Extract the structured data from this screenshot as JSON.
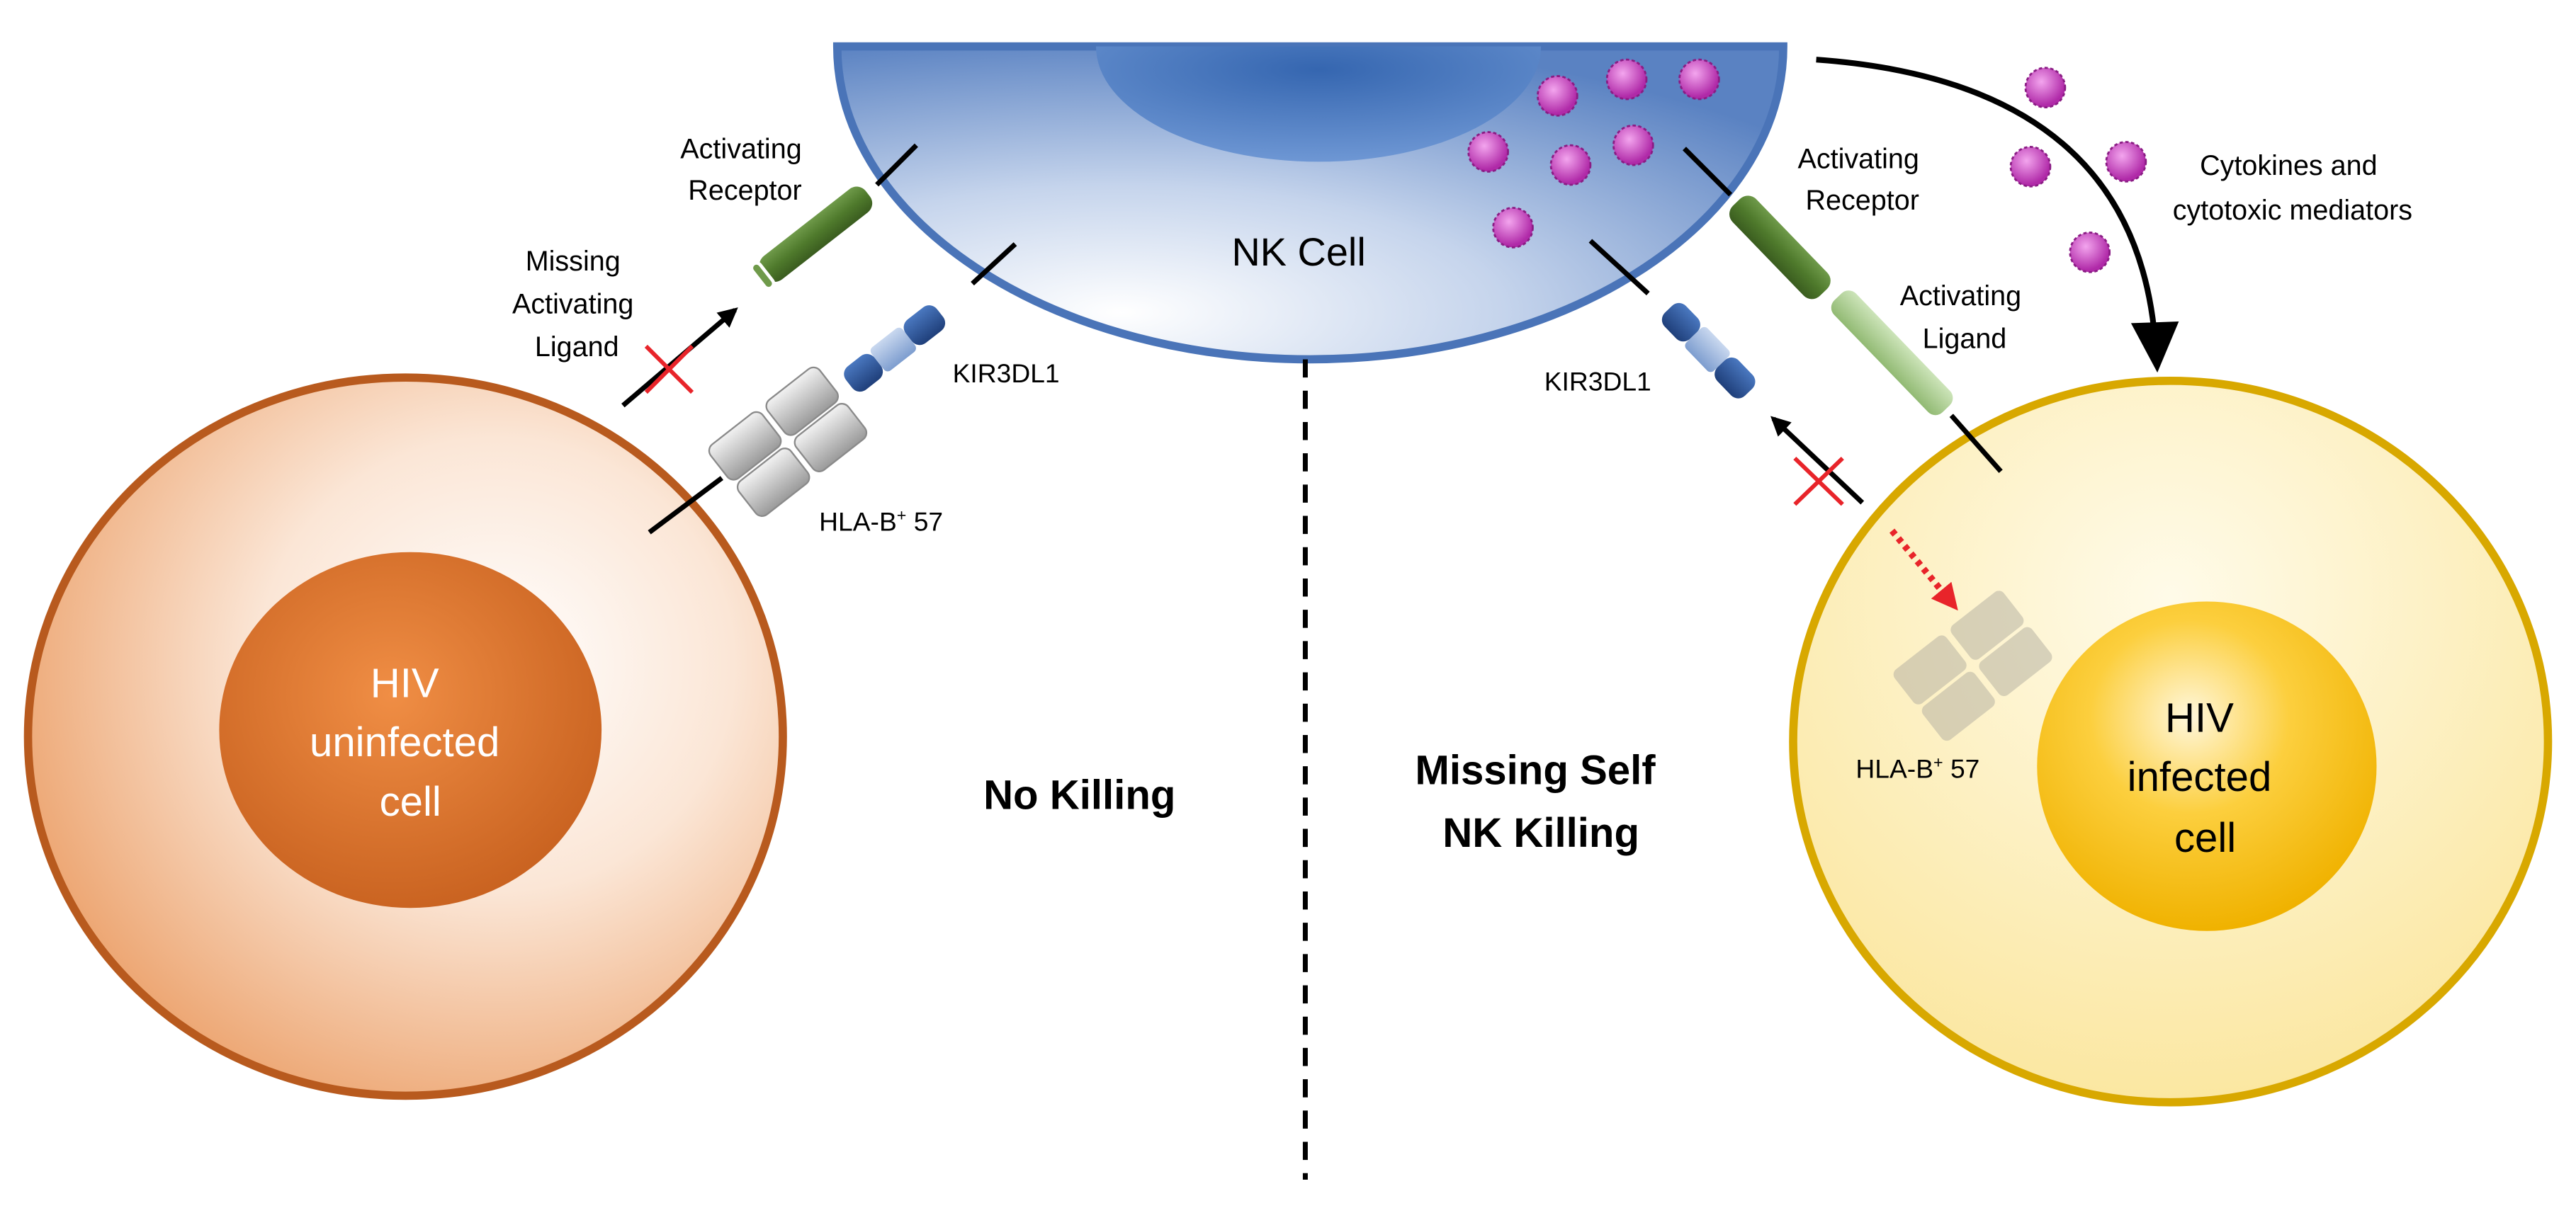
{
  "nk_cell": {
    "label": "NK Cell"
  },
  "left_cell": {
    "line1": "HIV",
    "line2": "uninfected",
    "line3": "cell"
  },
  "right_cell": {
    "line1": "HIV",
    "line2": "infected",
    "line3": "cell"
  },
  "left_labels": {
    "activating_receptor_line1": "Activating",
    "activating_receptor_line2": "Receptor",
    "missing_ligand_line1": "Missing",
    "missing_ligand_line2": "Activating",
    "missing_ligand_line3": "Ligand",
    "kir": "KIR3DL1",
    "hla": "HLA-B",
    "hla_sup": "+",
    "hla_num": " 57"
  },
  "right_labels": {
    "activating_receptor_line1": "Activating",
    "activating_receptor_line2": "Receptor",
    "activating_ligand_line1": "Activating",
    "activating_ligand_line2": "Ligand",
    "kir": "KIR3DL1",
    "hla": "HLA-B",
    "hla_sup": "+",
    "hla_num": " 57",
    "cytokines_line1": "Cytokines and",
    "cytokines_line2": "cytotoxic mediators"
  },
  "outcomes": {
    "left": "No Killing",
    "right_line1": "Missing Self",
    "right_line2": "NK Killing"
  },
  "colors": {
    "nk_border": "#4a74b8",
    "orange_border": "#b85a1e",
    "orange_nucleus": "#d9702a",
    "yellow_border": "#d8a800",
    "yellow_nucleus": "#f6bc12",
    "receptor_green": "#4f7a2c",
    "ligand_green": "#a8cc8c",
    "kir_blue": "#2e5595",
    "cytokine_magenta": "#c03ab8",
    "block_arrow_red": "#e8242a"
  }
}
